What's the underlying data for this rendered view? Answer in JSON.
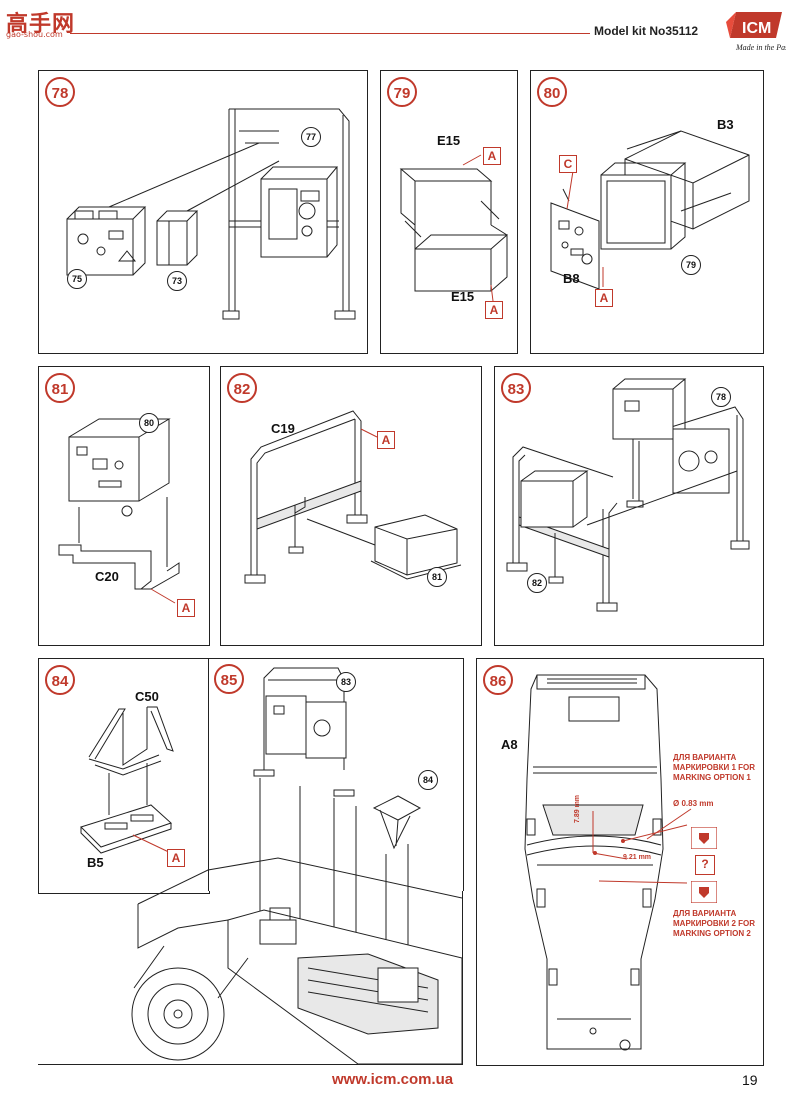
{
  "header": {
    "watermark": "高手网",
    "watermark_sub": "gao-shou.com",
    "kit_label": "Model kit No35112",
    "brand_logo": "ICM",
    "brand_tagline": "Made in the Past"
  },
  "steps": [
    {
      "num": "78",
      "refs": [
        "77",
        "75",
        "73"
      ],
      "callouts": []
    },
    {
      "num": "79",
      "parts": [
        "E15",
        "E15"
      ],
      "callouts": [
        "A",
        "A"
      ]
    },
    {
      "num": "80",
      "parts": [
        "B3",
        "B8"
      ],
      "refs": [
        "79"
      ],
      "callouts": [
        "C",
        "A"
      ]
    },
    {
      "num": "81",
      "parts": [
        "C20"
      ],
      "refs": [
        "80"
      ],
      "callouts": [
        "A"
      ]
    },
    {
      "num": "82",
      "parts": [
        "C19"
      ],
      "refs": [
        "81"
      ],
      "callouts": [
        "A"
      ]
    },
    {
      "num": "83",
      "refs": [
        "78",
        "82"
      ],
      "callouts": []
    },
    {
      "num": "84",
      "parts": [
        "C50",
        "B5"
      ],
      "callouts": [
        "A"
      ]
    },
    {
      "num": "85",
      "refs": [
        "83",
        "84"
      ],
      "callouts": []
    },
    {
      "num": "86",
      "parts": [
        "A8"
      ],
      "callouts": []
    }
  ],
  "step86_notes": {
    "option1": "ДЛЯ ВАРИАНТА МАРКИРОВКИ 1 FOR MARKING OPTION 1",
    "option2": "ДЛЯ ВАРИАНТА МАРКИРОВКИ 2 FOR MARKING OPTION 2",
    "drill": "Ø 0.83 mm",
    "dim1": "7.89 mm",
    "dim2": "9.21 mm",
    "question": "?"
  },
  "footer": {
    "url": "www.icm.com.ua",
    "page": "19"
  },
  "colors": {
    "accent": "#c0392b",
    "ink": "#222222"
  }
}
